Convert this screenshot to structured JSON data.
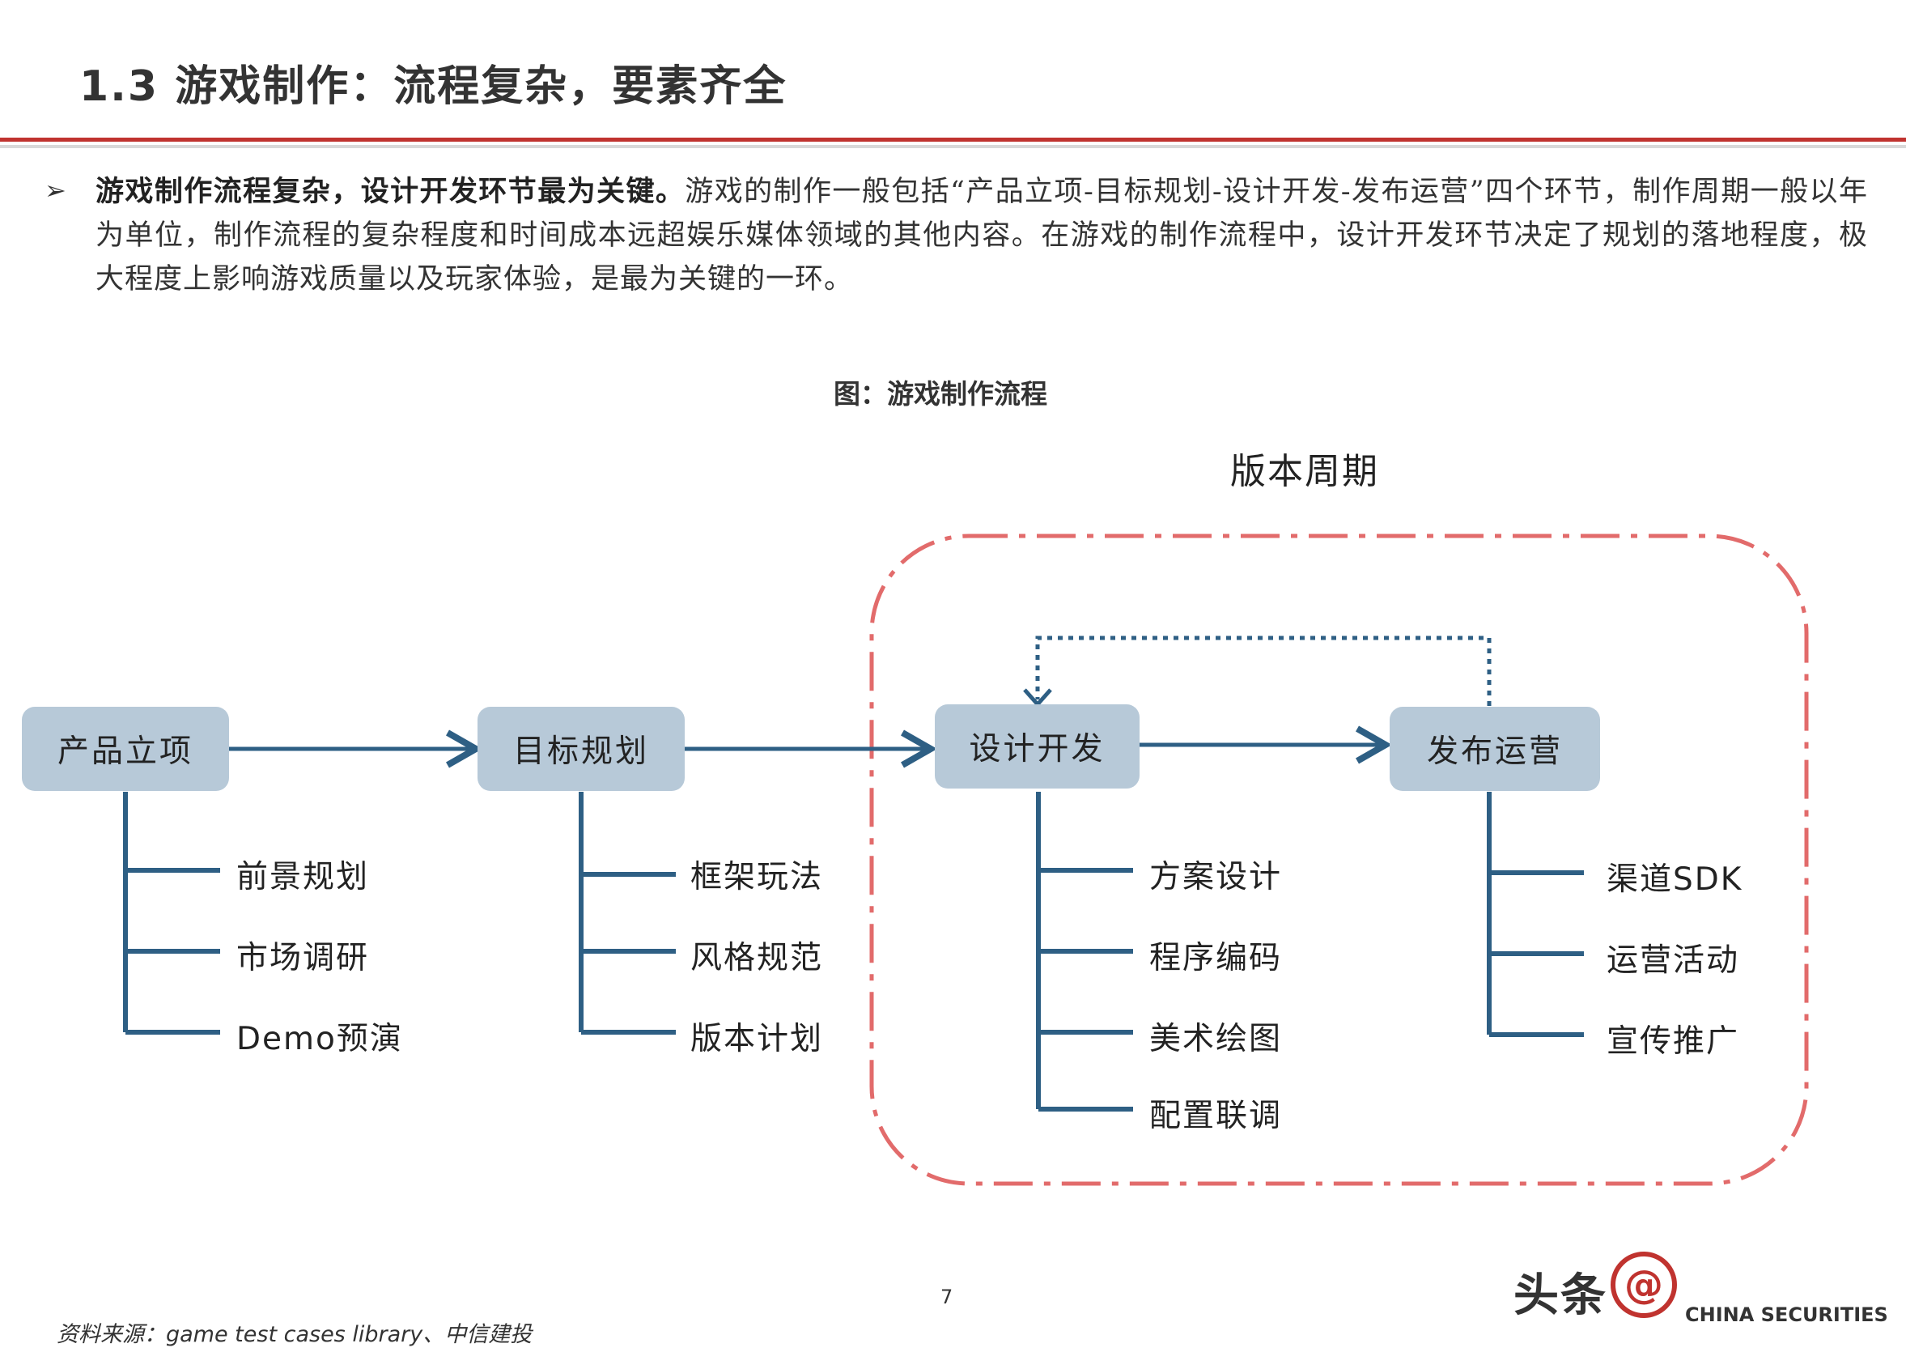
{
  "header": {
    "title": "1.3 游戏制作：流程复杂，要素齐全"
  },
  "body": {
    "bullet_glyph": "➢",
    "bold": "游戏制作流程复杂，设计开发环节最为关键。",
    "text": "游戏的制作一般包括“产品立项-目标规划-设计开发-发布运营”四个环节，制作周期一般以年为单位，制作流程的复杂程度和时间成本远超娱乐媒体领域的其他内容。在游戏的制作流程中，设计开发环节决定了规划的落地程度，极大程度上影响游戏质量以及玩家体验，是最为关键的一环。"
  },
  "figure": {
    "caption": "图：游戏制作流程",
    "cycle_label": "版本周期",
    "stages": [
      {
        "label": "产品立项",
        "items": [
          "前景规划",
          "市场调研",
          "Demo预演"
        ]
      },
      {
        "label": "目标规划",
        "items": [
          "框架玩法",
          "风格规范",
          "版本计划"
        ]
      },
      {
        "label": "设计开发",
        "items": [
          "方案设计",
          "程序编码",
          "美术绘图",
          "配置联调"
        ]
      },
      {
        "label": "发布运营",
        "items": [
          "渠道SDK",
          "运营活动",
          "宣传推广"
        ]
      }
    ],
    "colors": {
      "node": "#b7c9d8",
      "line": "#2e5f84",
      "cycle_border": "#e26b6b",
      "accent": "#c0332f"
    }
  },
  "footer": {
    "page_number": "7",
    "source": "资料来源：game test cases library、中信建投",
    "watermark": {
      "text": "头条",
      "at": "@",
      "sub": "CHINA SECURITIES"
    }
  }
}
